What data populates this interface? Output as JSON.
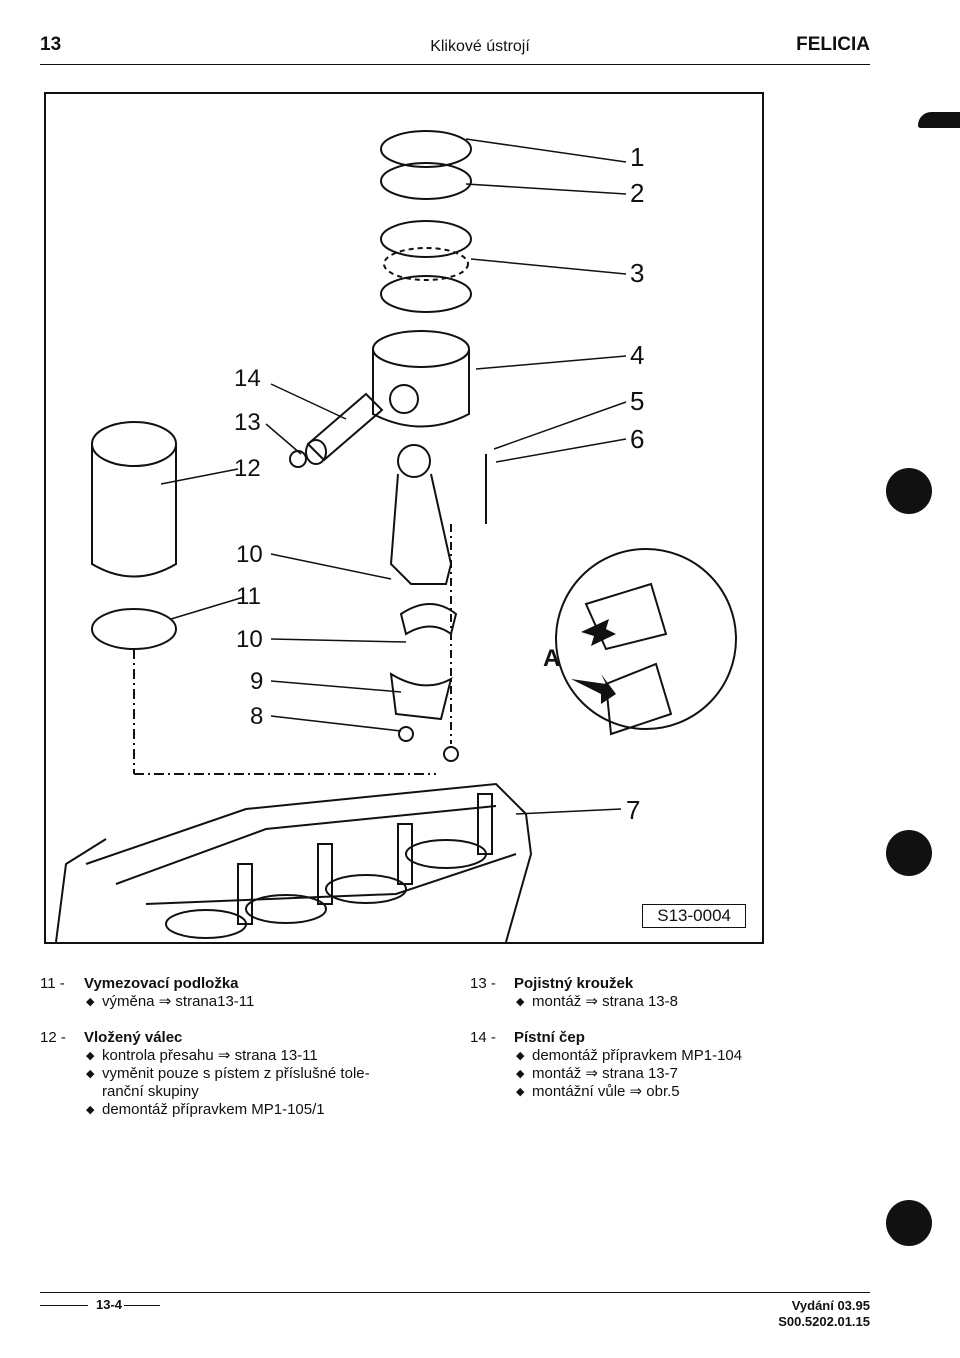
{
  "header": {
    "page_number": "13",
    "title": "Klikové ústrojí",
    "brand": "FELICIA"
  },
  "figure": {
    "code": "S13-0004",
    "callouts": [
      "1",
      "2",
      "3",
      "4",
      "5",
      "6",
      "7",
      "8",
      "9",
      "10",
      "10",
      "11",
      "12",
      "13",
      "14"
    ],
    "detail_letter": "A"
  },
  "legend_left": [
    {
      "num": "11 -",
      "title": "Vymezovací podložka",
      "bullets": [
        "výměna ⇒ strana13-11"
      ]
    },
    {
      "num": "12 -",
      "title": "Vložený válec",
      "bullets": [
        "kontrola přesahu ⇒ strana 13-11",
        "vyměnit pouze s pístem z příslušné tole-ranční skupiny",
        "demontáž přípravkem MP1-105/1"
      ]
    }
  ],
  "legend_right": [
    {
      "num": "13 -",
      "title": "Pojistný kroužek",
      "bullets": [
        "montáž ⇒ strana 13-8"
      ]
    },
    {
      "num": "14 -",
      "title": "Pístní čep",
      "bullets": [
        "demontáž přípravkem MP1-104",
        "montáž ⇒ strana 13-7",
        "montážní vůle ⇒ obr.5"
      ]
    }
  ],
  "footer": {
    "page": "13-4",
    "edition": "Vydání 03.95",
    "doc_code": "S00.5202.01.15"
  }
}
